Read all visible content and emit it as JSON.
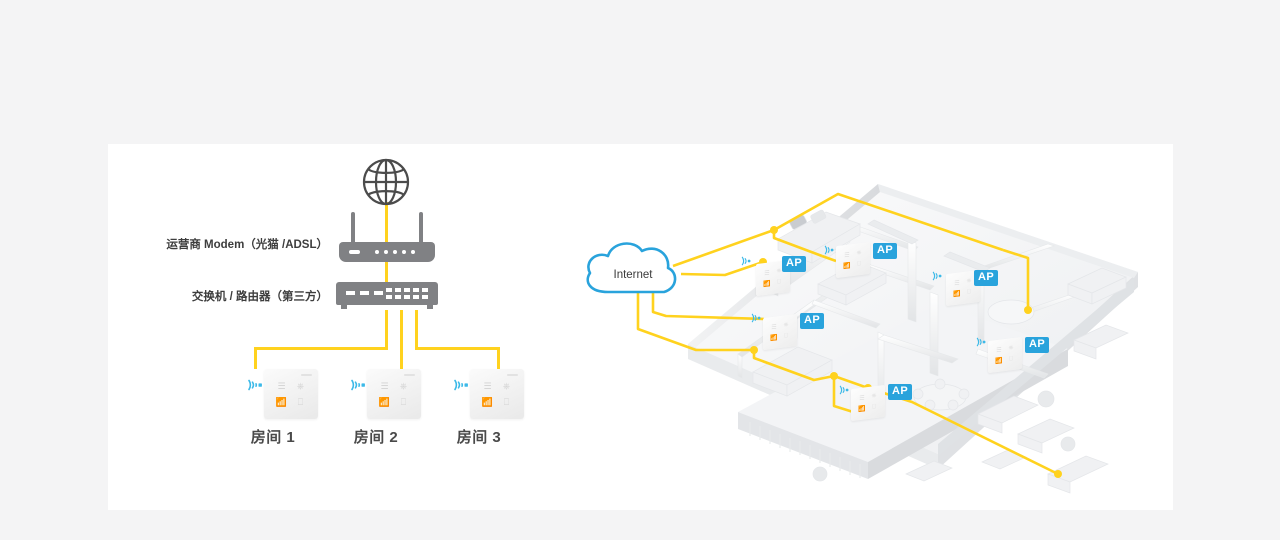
{
  "page": {
    "background_color": "#f4f4f5",
    "card_background": "#ffffff"
  },
  "palette": {
    "cable_yellow": "#FFD21E",
    "ap_blue": "#29A3DC",
    "wifi_cyan": "#3BB9E8",
    "device_gray": "#808184",
    "text_dark": "#3d3d3d"
  },
  "topology": {
    "internet_icon": "globe-icon",
    "devices": [
      {
        "label": "运营商 Modem（光猫 /ADSL）",
        "icon": "modem-icon"
      },
      {
        "label": "交换机 / 路由器（第三方）",
        "icon": "switch-icon"
      }
    ],
    "rooms": [
      {
        "label": "房间 1",
        "icon": "wall-ap-panel-icon",
        "signal": "wifi-signal-icon"
      },
      {
        "label": "房间 2",
        "icon": "wall-ap-panel-icon",
        "signal": "wifi-signal-icon"
      },
      {
        "label": "房间 3",
        "icon": "wall-ap-panel-icon",
        "signal": "wifi-signal-icon"
      }
    ],
    "panel_icons": [
      "lines-icon",
      "power-icon",
      "wifi-icon",
      "usb-icon"
    ]
  },
  "floorplan": {
    "cloud_label": "Internet",
    "cloud_icon": "cloud-icon",
    "access_points": [
      {
        "label": "AP",
        "room": "bedroom-upper-left"
      },
      {
        "label": "AP",
        "room": "bedroom-upper-middle"
      },
      {
        "label": "AP",
        "room": "master-bedroom-right"
      },
      {
        "label": "AP",
        "room": "bedroom-left"
      },
      {
        "label": "AP",
        "room": "living-room-right"
      },
      {
        "label": "AP",
        "room": "study-lower"
      }
    ]
  }
}
